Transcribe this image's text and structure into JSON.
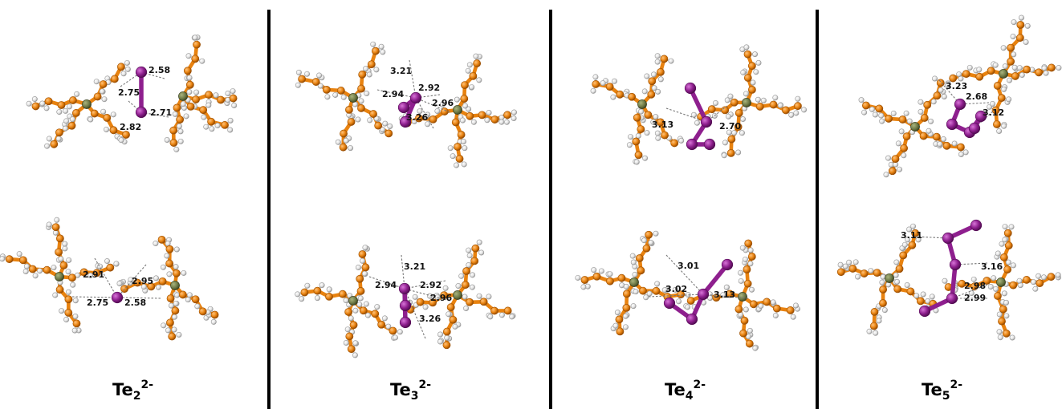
{
  "colors": {
    "carbon": "#e8820f",
    "carbon_dark": "#9c4f00",
    "hydrogen": "#ececec",
    "hydrogen_dark": "#9a9a9a",
    "phosphorus": "#6e7a46",
    "tellurium": "#8e1f8e",
    "tellurium_dark": "#560c56",
    "hbond": "#777777",
    "divider": "#000000"
  },
  "panels": [
    {
      "caption": {
        "base": "Te",
        "sub": "2",
        "sup": "2-"
      },
      "top": {
        "distances": [
          "2.58",
          "2.75",
          "2.71",
          "2.82"
        ],
        "te": [
          [
            176,
            90
          ],
          [
            176,
            140
          ]
        ]
      },
      "bottom": {
        "distances": [
          "2.91",
          "2.95",
          "2.75",
          "2.58"
        ],
        "te": [
          [
            146,
            371
          ]
        ]
      }
    },
    {
      "caption": {
        "base": "Te",
        "sub": "3",
        "sup": "2-"
      },
      "top": {
        "distances": [
          "3.21",
          "2.92",
          "2.94",
          "2.96",
          "3.26"
        ],
        "te": [
          [
            505,
            152
          ],
          [
            518,
            122
          ],
          [
            503,
            134
          ]
        ]
      },
      "bottom": {
        "distances": [
          "3.21",
          "2.94",
          "2.92",
          "2.96",
          "3.26"
        ],
        "te": [
          [
            505,
            402
          ],
          [
            504,
            360
          ],
          [
            505,
            381
          ]
        ]
      }
    },
    {
      "caption": {
        "base": "Te",
        "sub": "4",
        "sup": "2-"
      },
      "top": {
        "distances": [
          "3.13",
          "2.70"
        ],
        "te": [
          [
            860,
            110
          ],
          [
            880,
            152
          ],
          [
            862,
            180
          ],
          [
            884,
            180
          ]
        ]
      },
      "bottom": {
        "distances": [
          "3.01",
          "3.02",
          "3.13"
        ],
        "te": [
          [
            906,
            330
          ],
          [
            876,
            367
          ],
          [
            862,
            398
          ],
          [
            834,
            378
          ]
        ]
      }
    },
    {
      "caption": {
        "base": "Te",
        "sub": "5",
        "sup": "2-"
      },
      "top": {
        "distances": [
          "3.23",
          "2.68",
          "3.12"
        ],
        "te": [
          [
            1196,
            130
          ],
          [
            1186,
            155
          ],
          [
            1208,
            165
          ],
          [
            1222,
            145
          ],
          [
            1214,
            160
          ]
        ]
      },
      "bottom": {
        "distances": [
          "3.11",
          "3.16",
          "2.98",
          "2.99"
        ],
        "te": [
          [
            1216,
            281
          ],
          [
            1181,
            297
          ],
          [
            1190,
            330
          ],
          [
            1186,
            372
          ],
          [
            1152,
            388
          ]
        ]
      }
    }
  ]
}
